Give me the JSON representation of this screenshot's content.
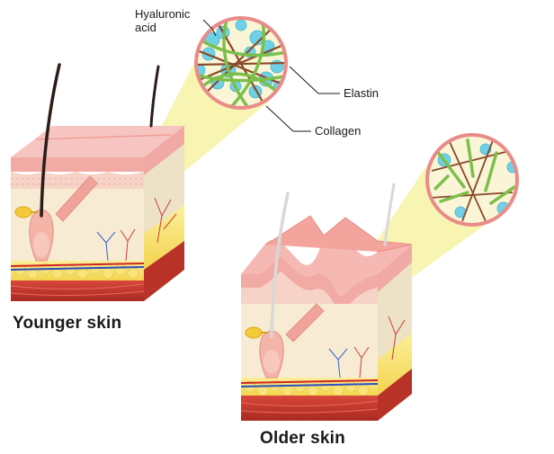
{
  "labels": {
    "hyaluronic_line1": "Hyaluronic",
    "hyaluronic_line2": "acid",
    "elastin": "Elastin",
    "collagen": "Collagen"
  },
  "titles": {
    "younger": "Younger skin",
    "older": "Older skin"
  },
  "colors": {
    "epidermis": "#f4b8b4",
    "dermis": "#f6ecd4",
    "fat": "#f5e06a",
    "muscle": "#c8352a",
    "collagen": "#8a4a2a",
    "elastin": "#7bbf4a",
    "hyaluronic": "#6fd1e6",
    "magnifier_beam": "#f7f3a8"
  }
}
